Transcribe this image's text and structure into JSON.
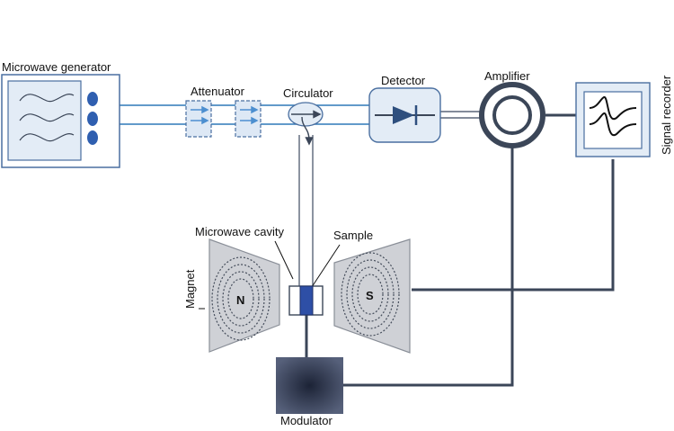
{
  "labels": {
    "microwave_generator": "Microwave generator",
    "attenuator": "Attenuator",
    "circulator": "Circulator",
    "detector": "Detector",
    "amplifier": "Amplifier",
    "signal_recorder": "Signal recorder",
    "microwave_cavity": "Microwave cavity",
    "sample": "Sample",
    "magnet": "Magnet",
    "pole_north": "N",
    "pole_south": "S",
    "modulator": "Modulator"
  },
  "colors": {
    "waveguide": "#2f78b8",
    "component_fill": "#e3ecf6",
    "component_stroke": "#4a6fa0",
    "dark_line": "#3b4658",
    "sample_fill": "#2e4fa6",
    "magnet_fill": "#cfd1d6",
    "modulator_fill": "#2f3a55",
    "generator_dots": "#2f5fb0"
  }
}
